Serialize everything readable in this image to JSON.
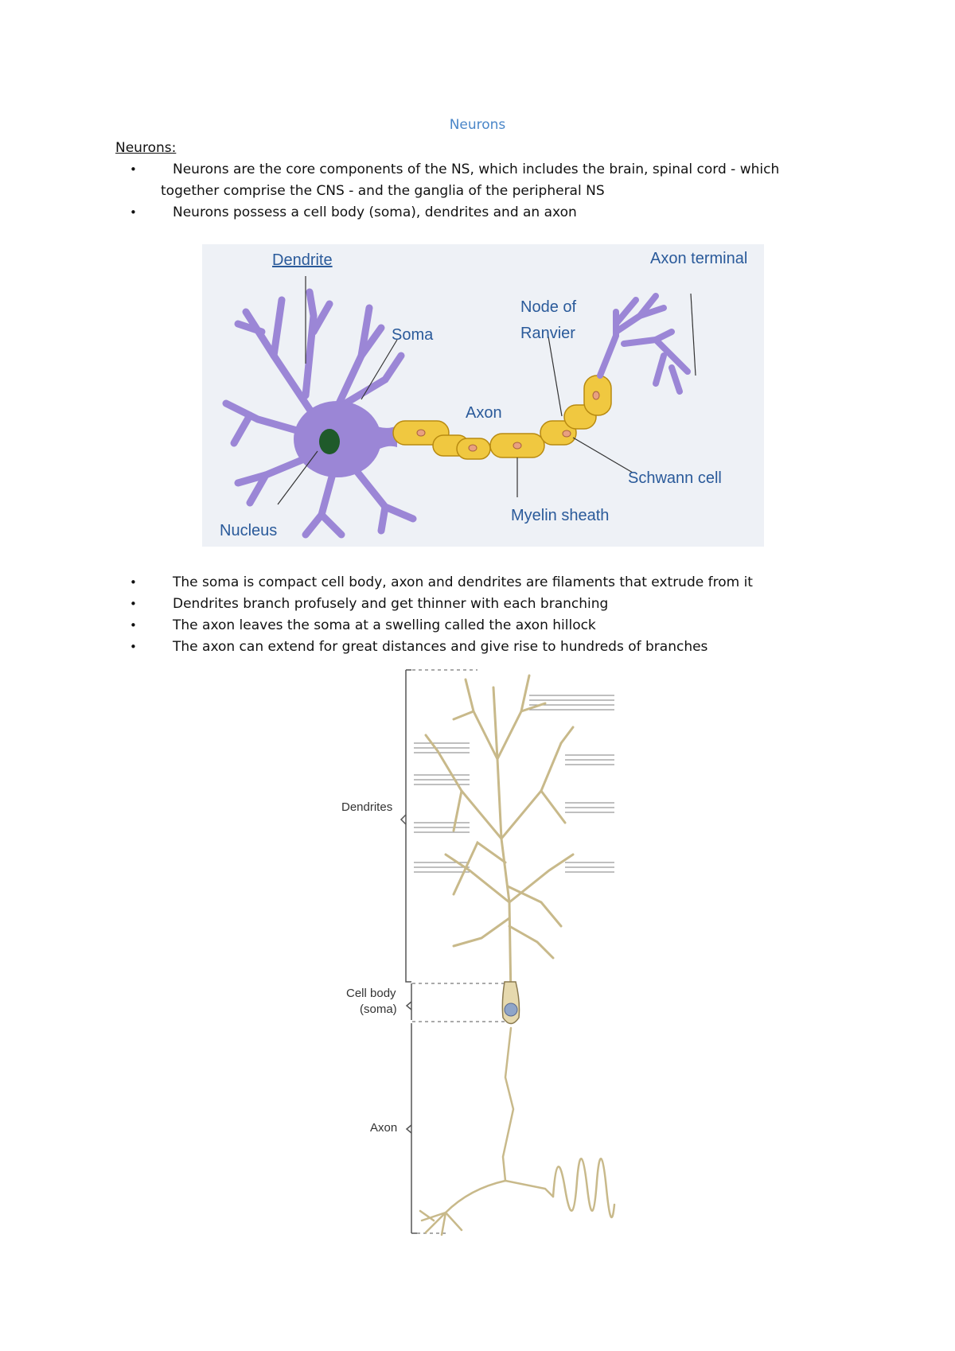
{
  "document": {
    "title": "Neurons",
    "heading": "Neurons:",
    "bullets_top": [
      {
        "line1": "Neurons are the core components of the NS, which includes the brain, spinal cord - which",
        "line2": "together comprise the CNS - and the ganglia of the peripheral NS"
      },
      {
        "line1": "Neurons possess a cell body (soma), dendrites and an axon"
      }
    ],
    "bullets_bottom": [
      "The soma is compact cell body, axon and dendrites are filaments that extrude from it",
      "Dendrites branch profusely and get thinner with each branching",
      "The axon leaves the soma at a swelling called the axon hillock",
      "The axon can extend for great distances and give rise to hundreds of branches"
    ],
    "bullet_glyph": "•"
  },
  "figure1": {
    "labels": {
      "dendrite": "Dendrite",
      "axon_terminal": "Axon terminal",
      "node_of": "Node of",
      "ranvier": "Ranvier",
      "soma": "Soma",
      "axon": "Axon",
      "schwann_cell": "Schwann cell",
      "myelin_sheath": "Myelin sheath",
      "nucleus": "Nucleus"
    },
    "colors": {
      "neuron": "#9b86d6",
      "myelin": "#f0c840",
      "nucleus": "#1f5a2a",
      "background": "#eef1f6"
    }
  },
  "figure2": {
    "labels": {
      "dendrites": "Dendrites",
      "cell_body": "Cell body",
      "soma": "(soma)",
      "axon": "Axon"
    },
    "colors": {
      "neuron": "#c8b98a",
      "outline": "#8a7a50"
    }
  }
}
